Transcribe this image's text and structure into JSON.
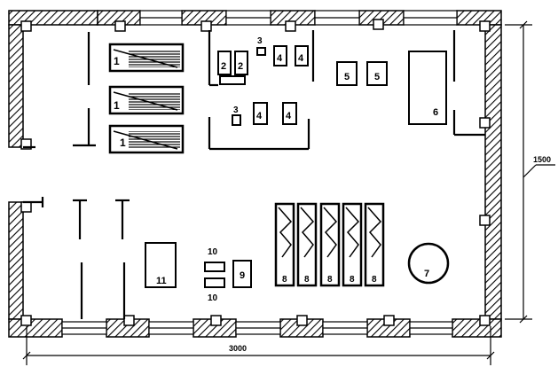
{
  "dimensions": {
    "width": "3000",
    "height": "1500"
  },
  "equipment": {
    "bed_1_top": "1",
    "bed_1_mid": "1",
    "bed_1_bottom": "1",
    "unit_2_left": "2",
    "unit_2_right": "2",
    "unit_3_top": "3",
    "unit_3_lower": "3",
    "unit_4_top_left": "4",
    "unit_4_top_right": "4",
    "unit_4_low_left": "4",
    "unit_4_low_right": "4",
    "unit_5_left": "5",
    "unit_5_right": "5",
    "unit_6": "6",
    "tank_7": "7",
    "rack_8_1": "8",
    "rack_8_2": "8",
    "rack_8_3": "8",
    "rack_8_4": "8",
    "rack_8_5": "8",
    "unit_9": "9",
    "unit_10_top": "10",
    "unit_10_bottom": "10",
    "unit_11": "11"
  }
}
